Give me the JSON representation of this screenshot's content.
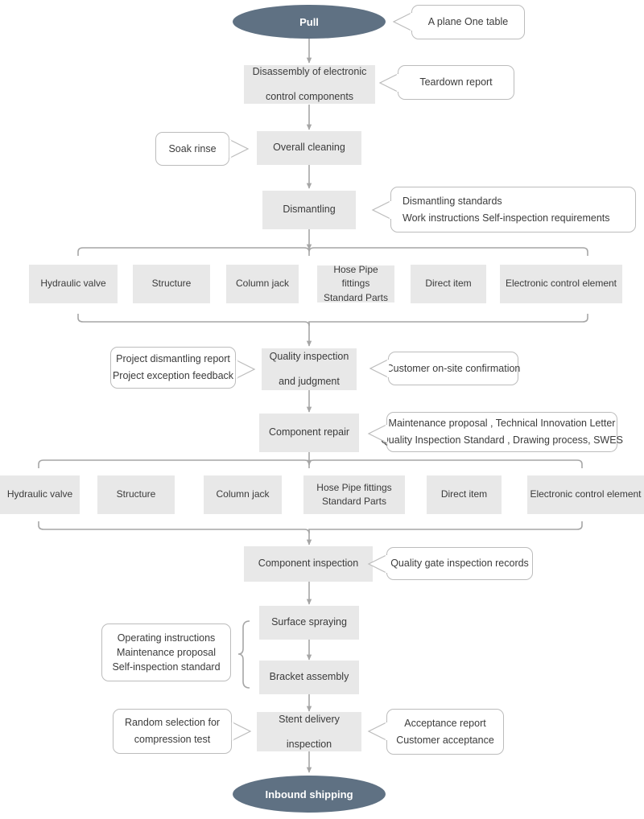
{
  "diagram": {
    "title_flow": "Remanufacturing disassembly and repair process flow",
    "colors": {
      "terminal_fill": "#5f7183",
      "process_fill": "#e8e8e8",
      "callout_border": "#bcbcbc",
      "connector": "#a6a6a6",
      "text": "#3b3b3b"
    }
  },
  "nodes": {
    "start_terminal": "Pull",
    "disassembly": {
      "line1": "Disassembly of electronic",
      "line2": "control components"
    },
    "overall_cleaning": "Overall cleaning",
    "dismantling": "Dismantling",
    "quality_inspection": {
      "line1": "Quality inspection",
      "line2": "and judgment"
    },
    "component_repair": "Component repair",
    "component_inspection": "Component inspection",
    "surface_spraying": "Surface spraying",
    "bracket_assembly": "Bracket assembly",
    "stent_delivery": {
      "line1": "Stent delivery",
      "line2": "inspection"
    },
    "end_terminal": "Inbound shipping"
  },
  "parallel_group_1": {
    "items": [
      {
        "label": "Hydraulic valve"
      },
      {
        "label": "Structure"
      },
      {
        "label": "Column jack"
      },
      {
        "line1": "Hose  Pipe fittings",
        "line2": "Standard Parts"
      },
      {
        "label": "Direct item"
      },
      {
        "label": "Electronic control element"
      }
    ]
  },
  "parallel_group_2": {
    "items": [
      {
        "label": "Hydraulic valve"
      },
      {
        "label": "Structure"
      },
      {
        "label": "Column jack"
      },
      {
        "line1": "Hose  Pipe fittings",
        "line2": "Standard Parts"
      },
      {
        "label": "Direct item"
      },
      {
        "label": "Electronic control element"
      }
    ]
  },
  "callouts": {
    "a_plane_one_table": {
      "line1": "A plane One table"
    },
    "teardown_report": {
      "line1": "Teardown report"
    },
    "soak_rinse": {
      "line1": "Soak rinse"
    },
    "dismantling_standards": {
      "line1": "Dismantling standards",
      "line2": "Work instructions   Self-inspection requirements"
    },
    "project_reports": {
      "line1": "Project dismantling report",
      "line2": "Project exception feedback"
    },
    "customer_onsite": {
      "line1": "Customer on-site confirmation"
    },
    "maintenance_docs": {
      "line1": "Maintenance proposal , Technical Innovation Letter",
      "line2": "Quality Inspection Standard , Drawing process, SWES"
    },
    "quality_gate_records": {
      "line1": "Quality gate inspection records"
    },
    "operating_instructions": {
      "line1": "Operating instructions",
      "line2": "Maintenance proposal",
      "line3": "Self-inspection standard"
    },
    "random_selection": {
      "line1": "Random selection for",
      "line2": "compression test"
    },
    "acceptance_report": {
      "line1": "Acceptance report",
      "line2": "Customer acceptance"
    }
  }
}
